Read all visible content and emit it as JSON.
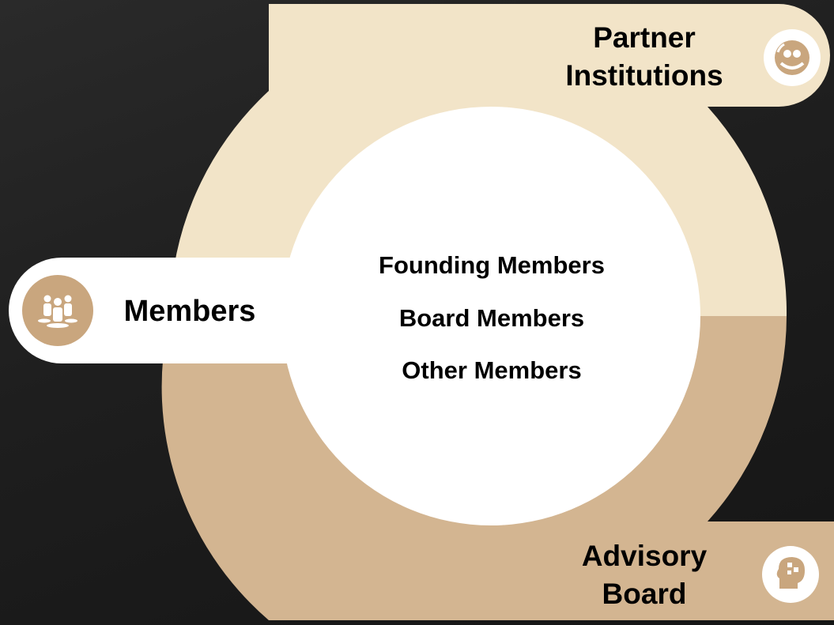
{
  "diagram": {
    "segments": {
      "members": {
        "label": "Members",
        "icon": "people-group-icon"
      },
      "partner_institutions": {
        "label_lines": [
          "Partner",
          "Institutions"
        ],
        "icon": "handshake-icon"
      },
      "advisory_board": {
        "label_lines": [
          "Advisory",
          "Board"
        ],
        "icon": "head-puzzle-icon"
      }
    },
    "center_items": [
      "Founding Members",
      "Board Members",
      "Other Members"
    ]
  },
  "colors": {
    "light_beige": "#f2e4c8",
    "tan": "#d3b591",
    "icon_brown": "#c9a67e",
    "background_dark": "#1f1f1f",
    "white": "#ffffff"
  }
}
